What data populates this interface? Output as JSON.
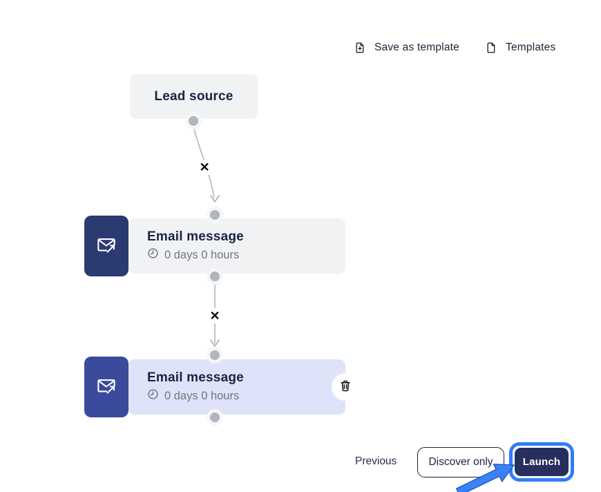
{
  "header": {
    "save_as_template_label": "Save as template",
    "templates_label": "Templates"
  },
  "flow": {
    "lead_source": {
      "label": "Lead source"
    },
    "nodes": [
      {
        "title": "Email message",
        "delay": "0 days 0 hours"
      },
      {
        "title": "Email message",
        "delay": "0 days 0 hours"
      }
    ],
    "remove_glyph": "✕"
  },
  "footer": {
    "previous_label": "Previous",
    "discover_only_label": "Discover only",
    "launch_label": "Launch"
  },
  "icons": {
    "save_as_template": "file-plus-icon",
    "templates": "file-icon",
    "email_node": "email-send-icon",
    "delay": "clock-icon",
    "delete_node": "trash-icon",
    "remove_connection": "x-mark-icon",
    "tutorial_pointer": "blue-arrow-annotation"
  },
  "colors": {
    "icon_block_navy": "#2c3a72",
    "icon_block_indigo": "#3c4a9c",
    "node_gray": "#f1f2f4",
    "node_selected_lavender": "#dfe3fa",
    "launch_navy": "#272f5e",
    "highlight_ring_blue": "#2e7ef7",
    "title_navy": "#1b2342",
    "muted_text_gray": "#72767c",
    "connector_gray": "#b3b7be"
  }
}
